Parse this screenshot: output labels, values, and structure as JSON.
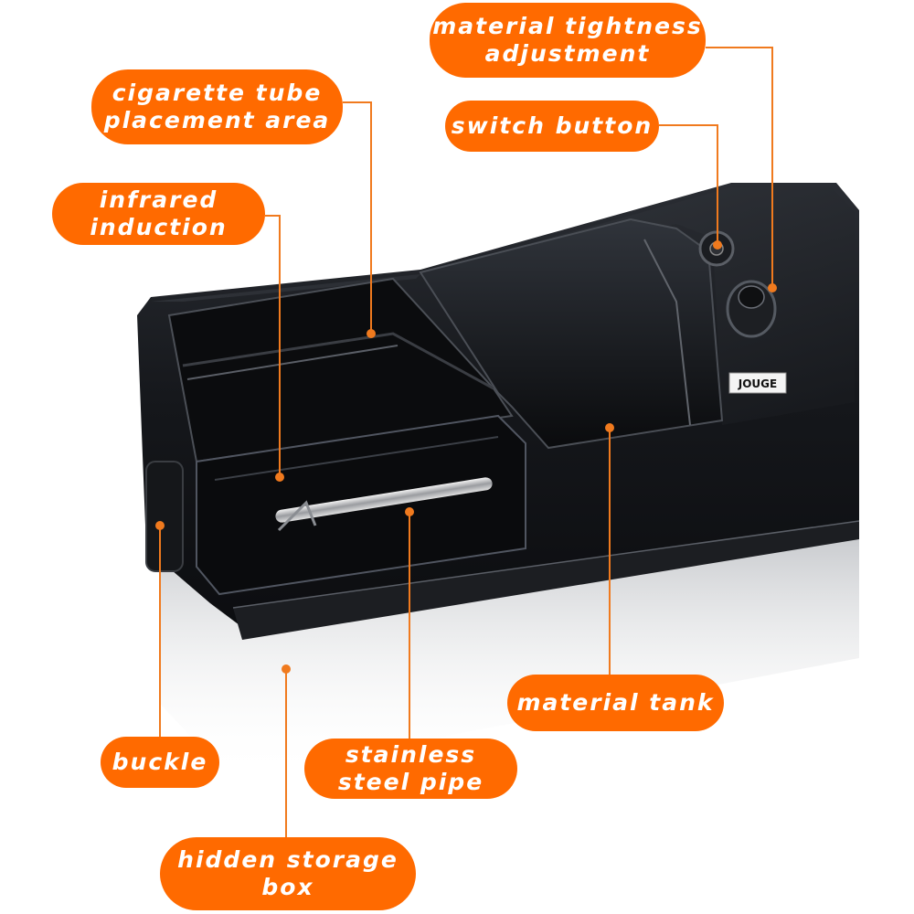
{
  "colors": {
    "label_bg": "#FF6A00",
    "label_text": "#FFFFFF",
    "leader_line": "#F07A1E",
    "device_body": "#121418",
    "background": "#FFFFFF"
  },
  "device": {
    "brand_badge": "JOUGE"
  },
  "callouts": [
    {
      "id": "material-tightness-adjustment",
      "lines": [
        "material tightness",
        "adjustment"
      ]
    },
    {
      "id": "cigarette-tube-placement-area",
      "lines": [
        "cigarette tube",
        "placement area"
      ]
    },
    {
      "id": "switch-button",
      "lines": [
        "switch button"
      ]
    },
    {
      "id": "infrared-induction",
      "lines": [
        "infrared",
        "induction"
      ]
    },
    {
      "id": "material-tank",
      "lines": [
        "material tank"
      ]
    },
    {
      "id": "buckle",
      "lines": [
        "buckle"
      ]
    },
    {
      "id": "stainless-steel-pipe",
      "lines": [
        "stainless",
        "steel pipe"
      ]
    },
    {
      "id": "hidden-storage-box",
      "lines": [
        "hidden storage",
        "box"
      ]
    }
  ]
}
